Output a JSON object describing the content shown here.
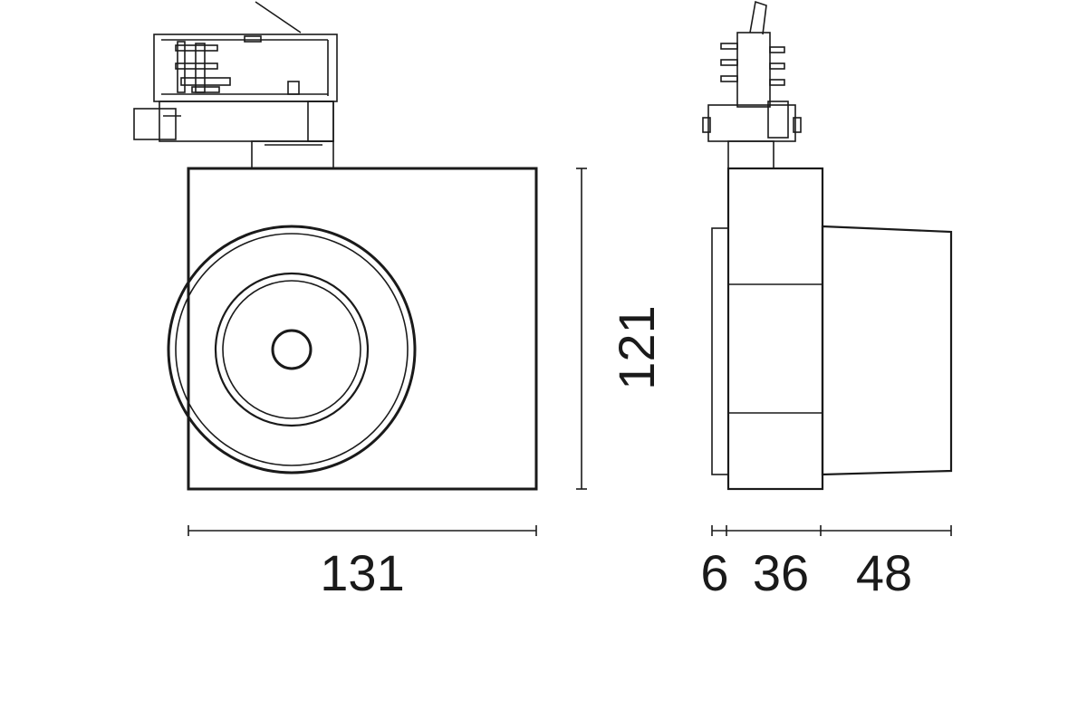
{
  "dimensions": {
    "width": "131",
    "height": "121",
    "depth_a": "6",
    "depth_b": "36",
    "depth_c": "48"
  },
  "colors": {
    "line": "#1a1a1a",
    "background": "#ffffff"
  }
}
